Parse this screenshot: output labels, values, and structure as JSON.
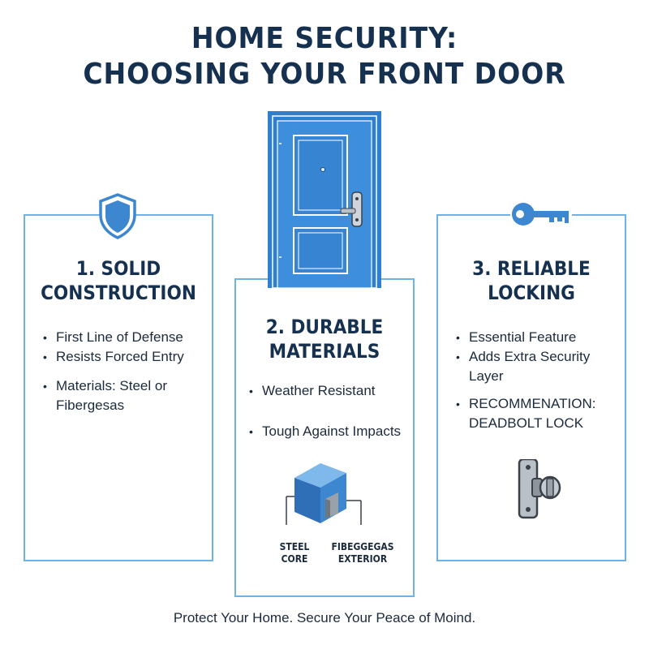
{
  "title": {
    "line1": "HOME SECURITY:",
    "line2": "CHOOSING YOUR FRONT DOOR"
  },
  "colors": {
    "navy": "#15314f",
    "accent_blue": "#3d86d0",
    "card_border": "#6fb3e6"
  },
  "cards": [
    {
      "icon": "shield-icon",
      "title_line1": "1. SOLID",
      "title_line2": "CONSTRUCTION",
      "bullets": [
        "First Line of Defense",
        "Resists Forced Entry",
        "Materials: Steel or Fibergesas"
      ]
    },
    {
      "icon": "door-icon",
      "title_line1": "2. DURABLE",
      "title_line2": "MATERIALS",
      "bullets": [
        "Weather Resistant",
        "Tough Against Impacts"
      ],
      "diagram_labels": {
        "steel_line1": "STEEL",
        "steel_line2": "CORE",
        "fiber_line1": "FIBEGGEGAS",
        "fiber_line2": "EXTERIOR"
      }
    },
    {
      "icon": "key-icon",
      "title_line1": "3. RELIABLE",
      "title_line2": "LOCKING",
      "bullets": [
        "Essential Feature",
        "Adds Extra Security Layer",
        "RECOMMENATION: DEADBOLT LOCK"
      ]
    }
  ],
  "footer": "Protect Your Home. Secure Your Peace of Moind."
}
